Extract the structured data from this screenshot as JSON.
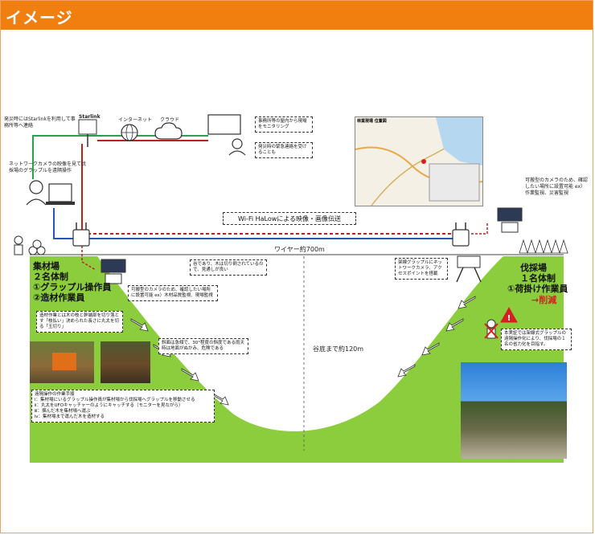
{
  "header": {
    "title": "イメージ"
  },
  "top": {
    "starlink_note": "発災時にはStarlinkを利用して事務所等へ連絡",
    "starlink_label": "Starlink",
    "internet_label": "インターネット",
    "cloud_label": "クラウド",
    "office_monitor_note": "事務所等の屋内から現場をモニタリング",
    "disaster_note": "発災時の緊急連絡を受けることも",
    "remote_note": "ネットワークカメラの映像を見て伐採場のグラップルを遠隔操作",
    "map_title": "林業現場 位置図"
  },
  "wifi": {
    "label": "Wi-Fi HaLowによる映像・画像伝送"
  },
  "wire": {
    "label": "ワイヤー約700m"
  },
  "left_site": {
    "title": "集材場",
    "staff": "２名体制",
    "role1": "①グラップル操作員",
    "role2": "②造材作業員",
    "camera_note": "可搬型のカメラのため、確認したい場所に設置可能 ex）木材品質監視、現場監視",
    "work_note": "造材作業とは木の枝と幹端部を切り落とす「枝払い」決められた長さに丸太を切る「玉切り」",
    "procedure_title": "遠隔操作の作業手順",
    "steps": [
      "ⅰ：集材場にいるグラップル操作員が集材場から伐採場へグラップルを移動させる",
      "ⅱ：丸太をUFOキャッチャーのようにキャッチする（モニターを見ながら）",
      "ⅲ：掴んだ木を集材場へ運ぶ",
      "ⅳ：集材場まで運んだ木を造材する"
    ]
  },
  "valley": {
    "wind_note": "谷であり、木は切り倒されているので、見通しが良い",
    "slope_note": "斜面は急傾で、30°程度の斜度である雨天時は地面がぬかみ、危険である",
    "depth_label": "谷底まで約120m"
  },
  "right_site": {
    "camera_note": "可搬型のカメラのため、確認したい場所に設置可能 ex）作業監視、災害監視",
    "grapple_note": "架線グラップルにネットワークカメラ、アクセスポイントを搭載",
    "title": "伐採場",
    "staff": "１名体制",
    "role": "①荷掛け作業員",
    "reduced": "→削減",
    "reduce_note": "本実証では架線式グラップルの遠隔操作化により、伐採場の１名の省力化を目指す。"
  },
  "colors": {
    "header": "#f07f10",
    "grass": "#8ccd3d",
    "wifi_line": "#c0201a",
    "wire_line": "#2a55b8",
    "starlink_line": "#2aa050"
  }
}
